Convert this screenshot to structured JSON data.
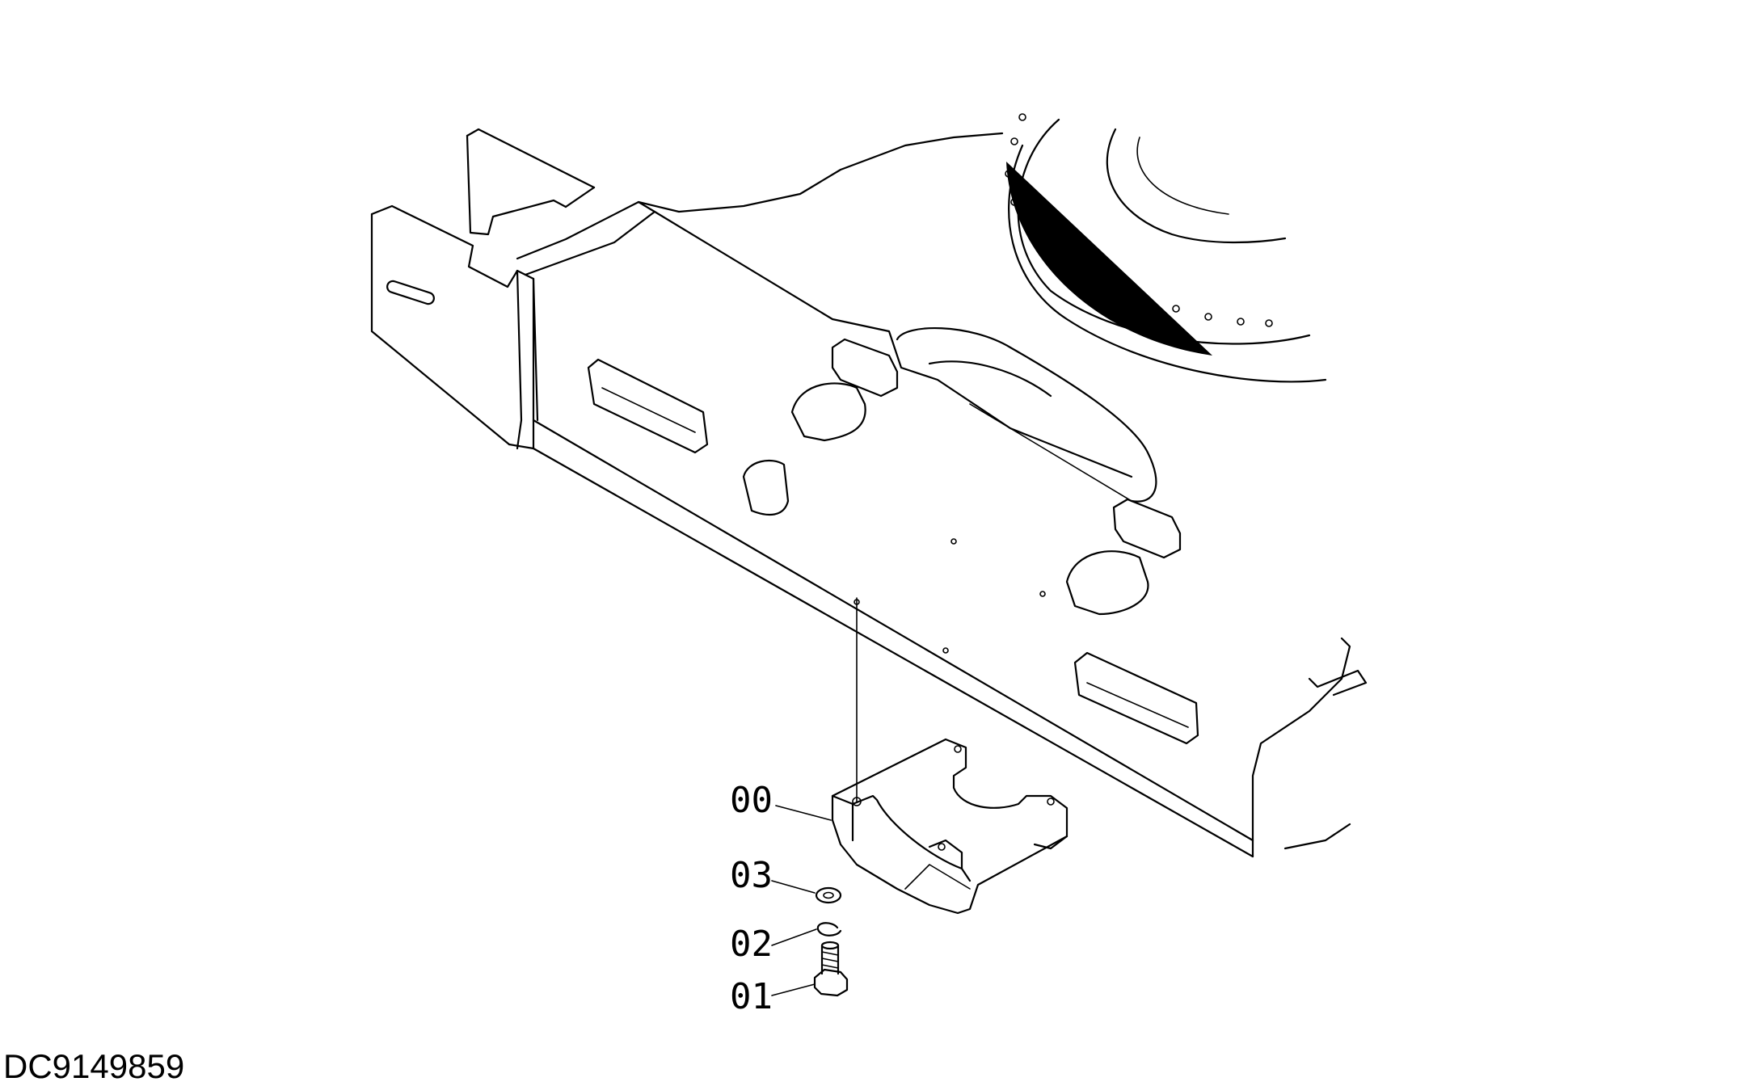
{
  "document_id": "DC9149859",
  "callouts": [
    {
      "label": "00",
      "part": "track-guard"
    },
    {
      "label": "03",
      "part": "washer"
    },
    {
      "label": "02",
      "part": "spring-washer"
    },
    {
      "label": "01",
      "part": "bolt"
    }
  ]
}
